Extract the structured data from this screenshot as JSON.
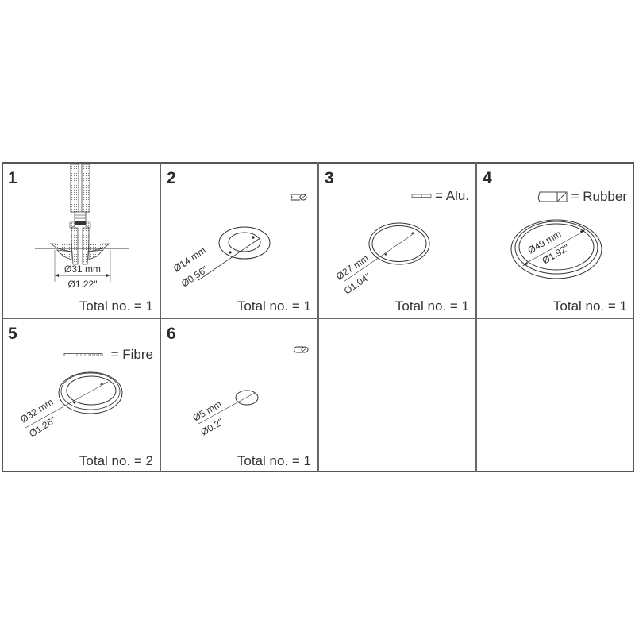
{
  "cells": [
    {
      "number": "1",
      "total": "Total no. = 1",
      "dim_mm": "Ø31 mm",
      "dim_in": "Ø1.22\"",
      "legend": "",
      "legend_icon": "valve-core-assembly"
    },
    {
      "number": "2",
      "total": "Total no. = 1",
      "dim_mm": "Ø14 mm",
      "dim_in": "Ø0.56\"",
      "legend": "",
      "legend_icon": "solid-cross-section-icon"
    },
    {
      "number": "3",
      "total": "Total no. = 1",
      "dim_mm": "Ø27 mm",
      "dim_in": "Ø1.04\"",
      "legend": "= Alu.",
      "legend_icon": "flat-strip-icon"
    },
    {
      "number": "4",
      "total": "Total no. = 1",
      "dim_mm": "Ø49 mm",
      "dim_in": "Ø1.92\"",
      "legend": "= Rubber",
      "legend_icon": "hatched-section-icon"
    },
    {
      "number": "5",
      "total": "Total no. = 2",
      "dim_mm": "Ø32 mm",
      "dim_in": "Ø1.26\"",
      "legend": "= Fibre",
      "legend_icon": "dotted-strip-icon"
    },
    {
      "number": "6",
      "total": "Total no. = 1",
      "dim_mm": "Ø5 mm",
      "dim_in": "Ø0.2\"",
      "legend": "",
      "legend_icon": "round-section-icon"
    },
    {
      "number": "",
      "total": ""
    },
    {
      "number": "",
      "total": ""
    }
  ],
  "colors": {
    "border": "#555555",
    "line": "#333333",
    "text": "#333333"
  }
}
